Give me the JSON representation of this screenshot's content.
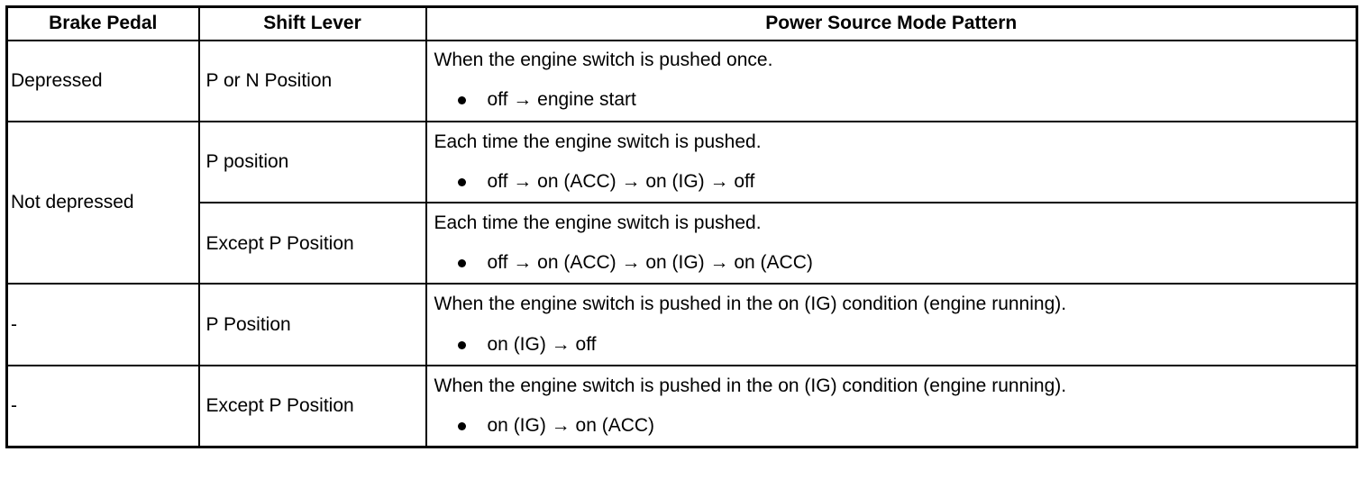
{
  "table": {
    "headers": [
      {
        "label": "Brake Pedal",
        "name": "header-brake-pedal"
      },
      {
        "label": "Shift Lever",
        "name": "header-shift-lever"
      },
      {
        "label": "Power Source Mode Pattern",
        "name": "header-power-source-mode-pattern"
      }
    ],
    "bullet_glyph": "●",
    "arrow_glyph": "→",
    "rows": [
      {
        "brake_pedal": "Depressed",
        "shift_lever": "P or N Position",
        "pattern_heading": "When the engine switch is pushed once.",
        "pattern_items": [
          "off → engine start"
        ]
      },
      {
        "brake_pedal": "Not depressed",
        "shift_lever": "P position",
        "pattern_heading": "Each time the engine switch is pushed.",
        "pattern_items": [
          "off → on (ACC) → on (IG) → off"
        ]
      },
      {
        "brake_pedal": "",
        "shift_lever": "Except P Position",
        "pattern_heading": "Each time the engine switch is pushed.",
        "pattern_items": [
          "off → on (ACC) → on (IG) → on (ACC)"
        ]
      },
      {
        "brake_pedal": "-",
        "shift_lever": "P Position",
        "pattern_heading": "When the engine switch is pushed in the on (IG) condition (engine running).",
        "pattern_items": [
          "on (IG) → off"
        ]
      },
      {
        "brake_pedal": "-",
        "shift_lever": "Except P Position",
        "pattern_heading": "When the engine switch is pushed in the on (IG) condition (engine running).",
        "pattern_items": [
          "on (IG) → on (ACC)"
        ]
      }
    ]
  },
  "colors": {
    "border": "#000000",
    "text": "#000000",
    "background": "#ffffff"
  }
}
